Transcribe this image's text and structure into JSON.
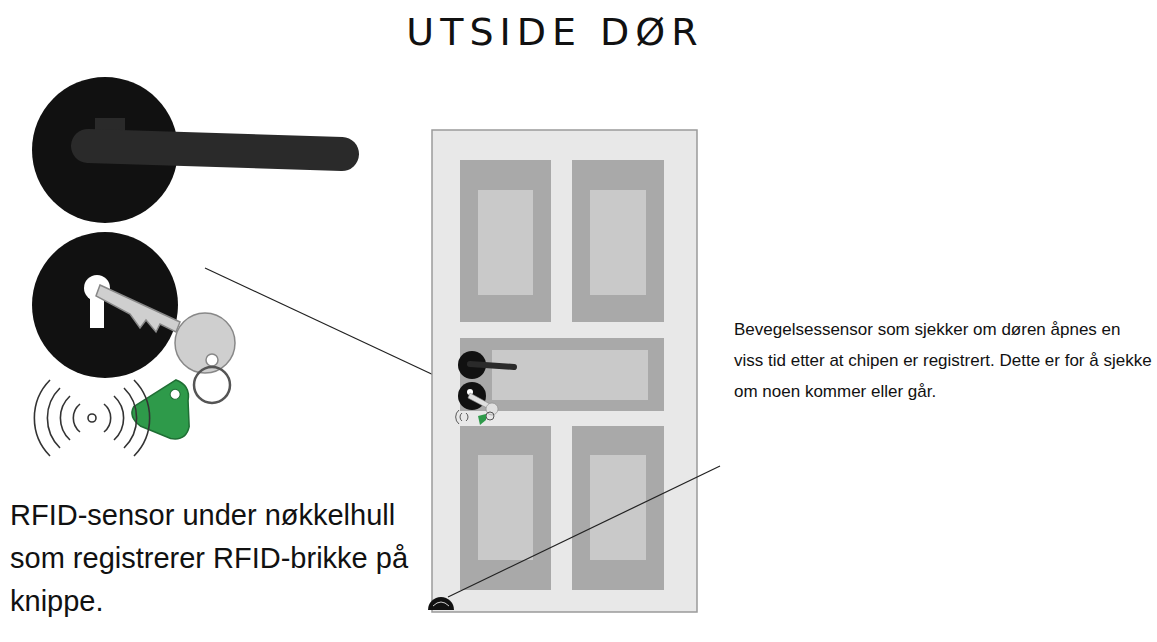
{
  "diagram": {
    "title": "UTSIDE DØR",
    "labels": [
      "RFID-sensor under nøkkelhull som registrerer RFID-brikke på knippe.",
      "Bevegelsessensor som sjekker om døren åpnes en viss tid etter at chipen er registrert. Dette er for å sjekke om noen kommer eller går."
    ]
  }
}
